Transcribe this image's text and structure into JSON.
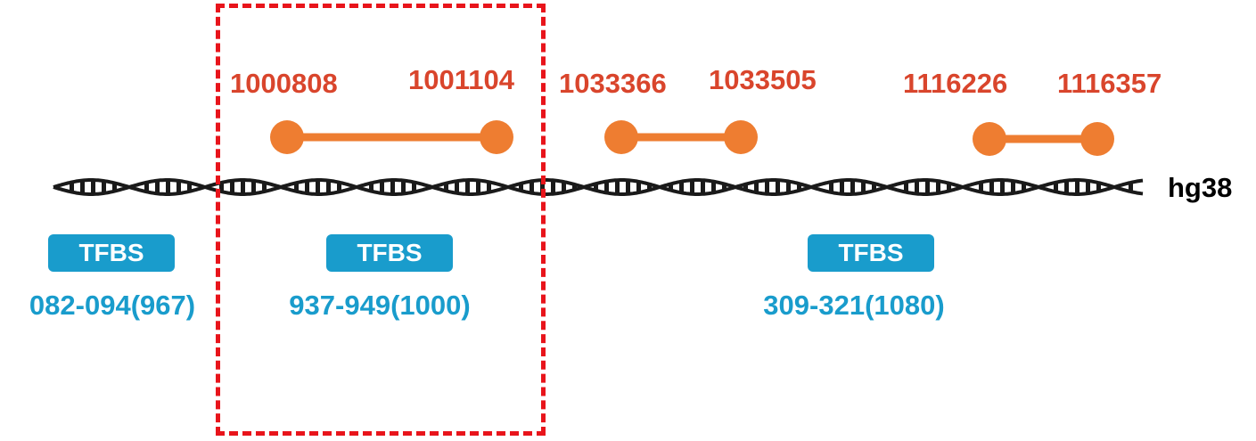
{
  "assembly": {
    "label": "hg38"
  },
  "regions": [
    {
      "start_label": "1000808",
      "end_label": "1001104"
    },
    {
      "start_label": "1033366",
      "end_label": "1033505"
    },
    {
      "start_label": "1116226",
      "end_label": "1116357"
    }
  ],
  "tfbs": [
    {
      "badge": "TFBS",
      "range": "082-094(967)"
    },
    {
      "badge": "TFBS",
      "range": "937-949(1000)"
    },
    {
      "badge": "TFBS",
      "range": "309-321(1080)"
    }
  ],
  "colors": {
    "region_line": "#ee7d31",
    "region_label": "#d9452c",
    "tfbs_fill": "#199ccc",
    "highlight": "#e8141b",
    "dna": "#1a1a1a"
  }
}
